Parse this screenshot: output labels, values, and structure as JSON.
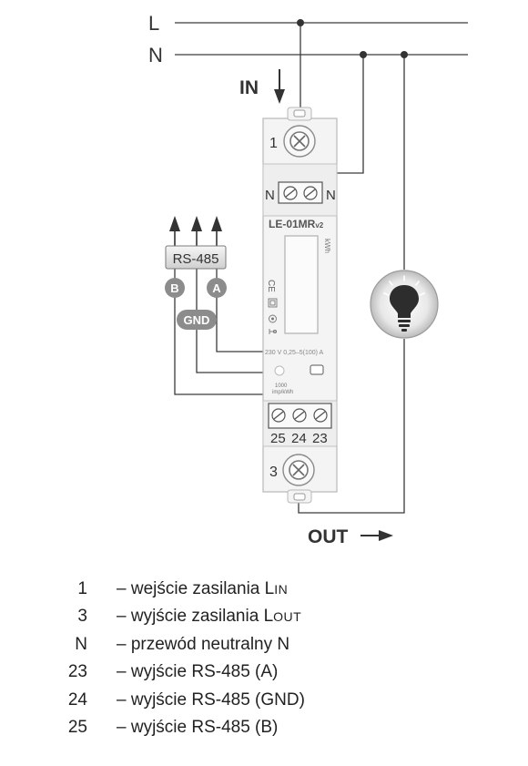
{
  "lines": {
    "l": "L",
    "n": "N"
  },
  "labels": {
    "in": "IN",
    "out": "OUT"
  },
  "meter": {
    "model": "LE-01MR",
    "model_suffix": "v2",
    "unit": "kWh",
    "ce": "CE",
    "spec": "230 V 0,25–5(100) A",
    "imp_value": "1000",
    "imp_unit": "imp/kWh",
    "t1": "1",
    "t3": "3",
    "n_left": "N",
    "n_right": "N",
    "t25": "25",
    "t24": "24",
    "t23": "23"
  },
  "rs485": {
    "title": "RS-485",
    "b": "B",
    "a": "A",
    "gnd": "GND"
  },
  "legend": [
    {
      "num": "1",
      "desc": "– wejście zasilania L",
      "sub": "IN"
    },
    {
      "num": "3",
      "desc": "– wyjście zasilania L",
      "sub": "OUT"
    },
    {
      "num": "N",
      "desc": "– przewód neutralny N",
      "sub": ""
    },
    {
      "num": "23",
      "desc": "– wyjście RS-485 (A)",
      "sub": ""
    },
    {
      "num": "24",
      "desc": "– wyjście RS-485 (GND)",
      "sub": ""
    },
    {
      "num": "25",
      "desc": "– wyjście RS-485 (B)",
      "sub": ""
    }
  ],
  "colors": {
    "wire": "#3a3a3a",
    "body": "#f4f4f4",
    "outline": "#b8b8b8",
    "badge": "#8c8c8c"
  }
}
